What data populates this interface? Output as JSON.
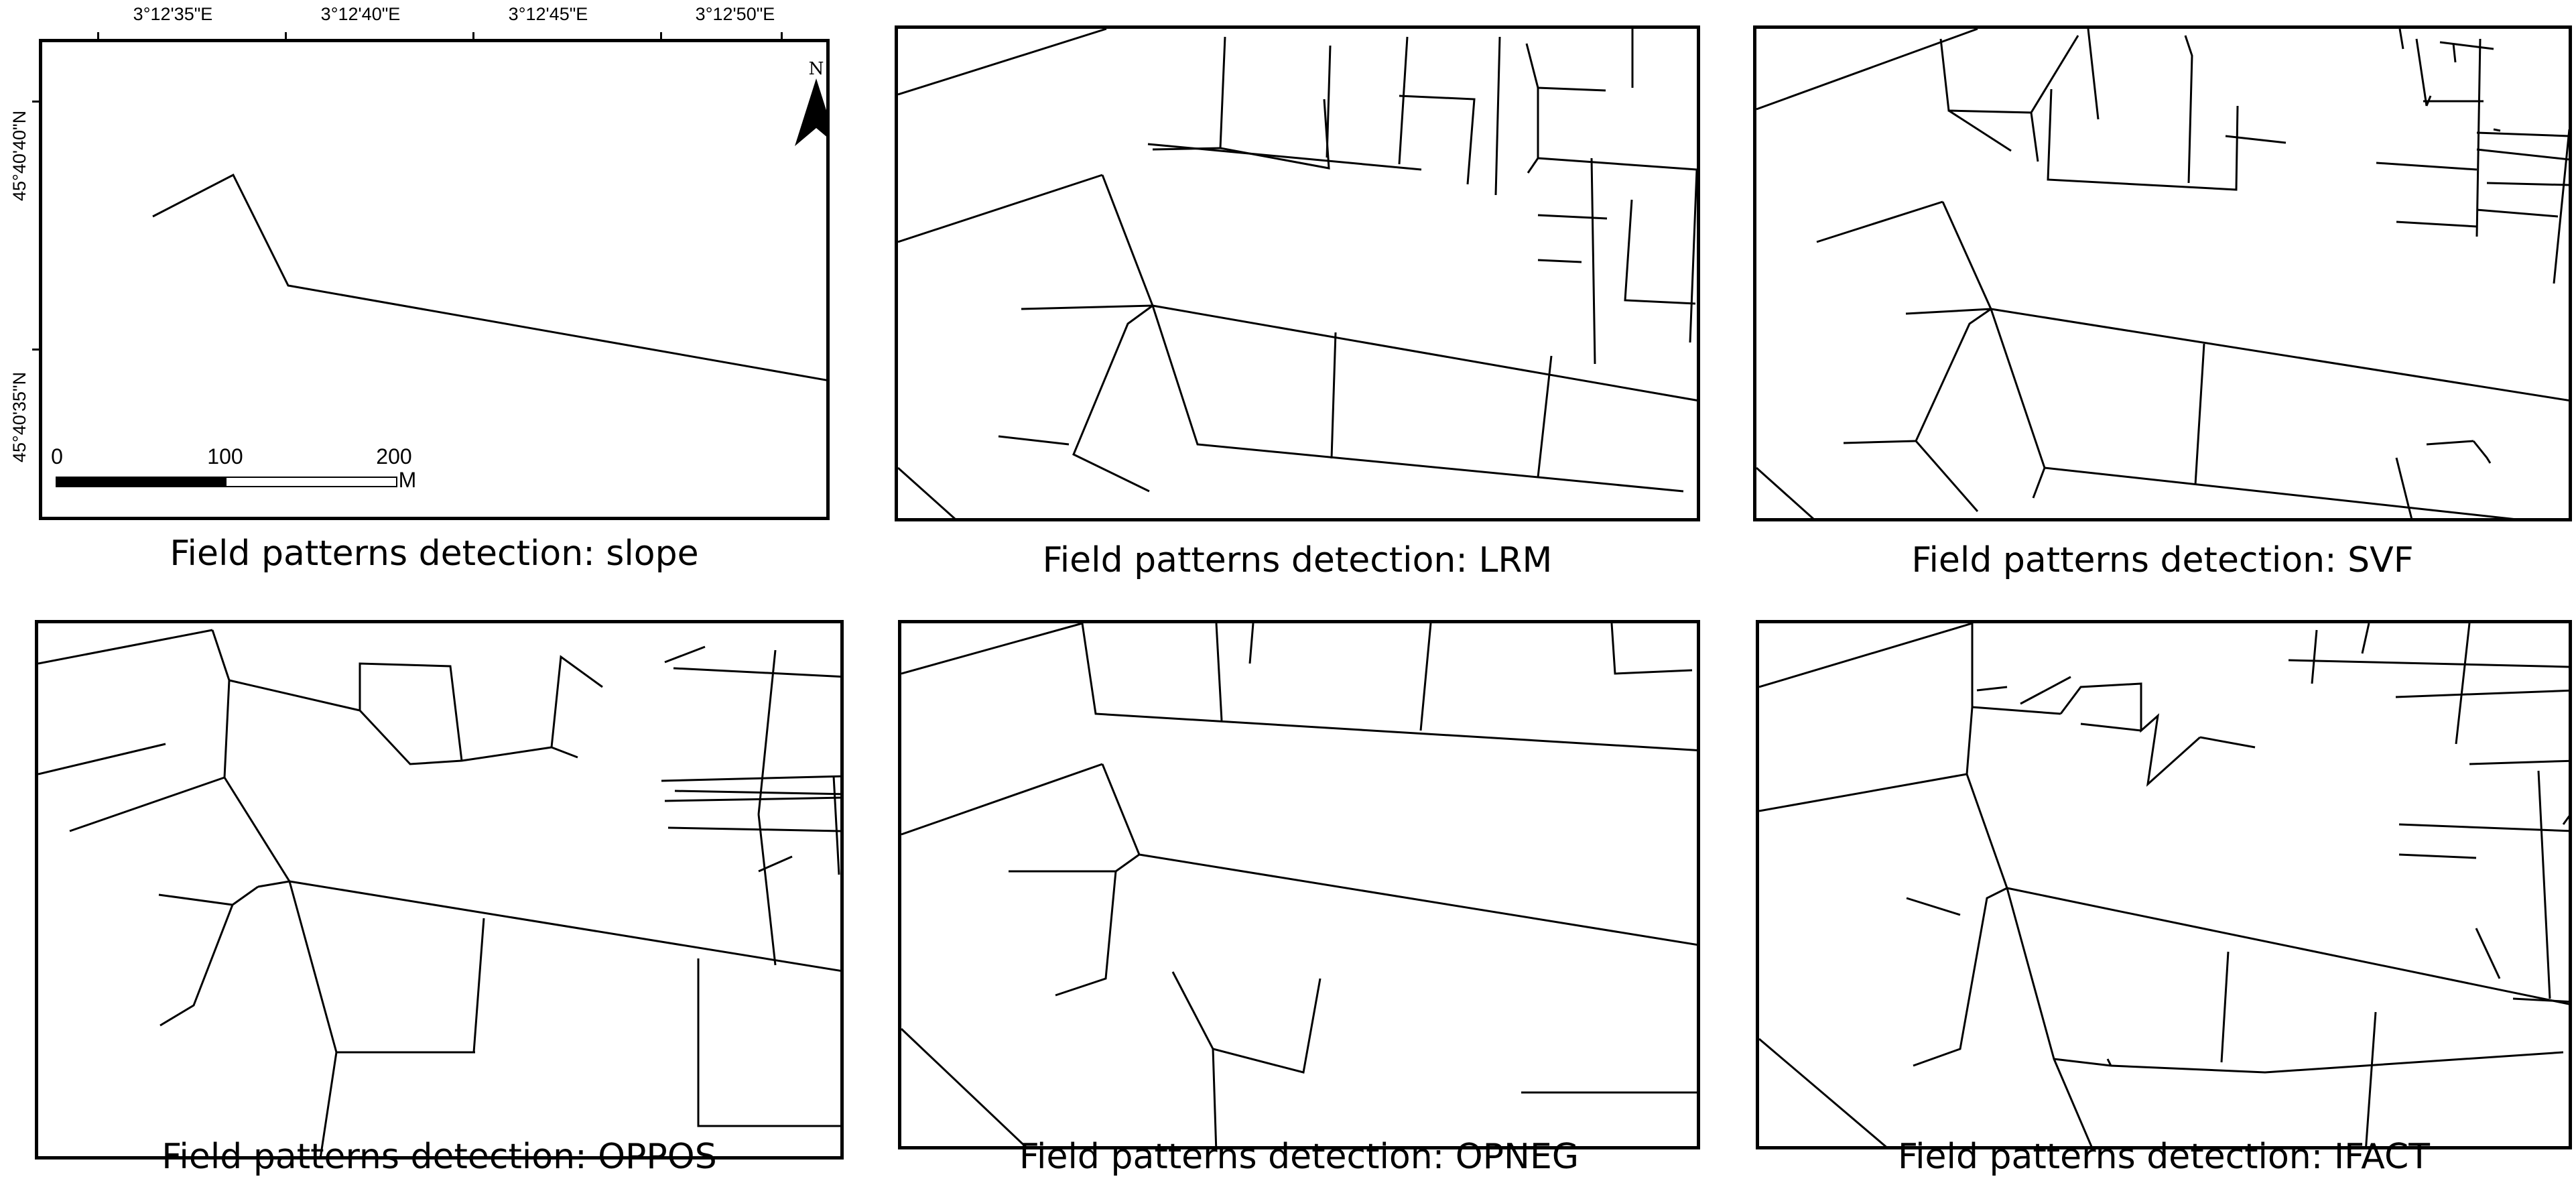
{
  "coordinates": {
    "top": [
      "3°12'35\"E",
      "3°12'40\"E",
      "3°12'45\"E",
      "3°12'50\"E"
    ],
    "left": [
      "45°40'40\"N",
      "45°40'35\"N"
    ]
  },
  "north_arrow": {
    "label": "N"
  },
  "scale_bar": {
    "labels": [
      "0",
      "100",
      "200"
    ],
    "unit": "M"
  },
  "panels": [
    {
      "id": "slope",
      "caption": "Field patterns detection: slope"
    },
    {
      "id": "lrm",
      "caption": "Field patterns detection: LRM"
    },
    {
      "id": "svf",
      "caption": "Field patterns detection: SVF"
    },
    {
      "id": "oppos",
      "caption": "Field patterns detection: OPPOS"
    },
    {
      "id": "opneg",
      "caption": "Field patterns detection: OPNEG"
    },
    {
      "id": "ifact",
      "caption": "Field patterns detection: IFACT"
    }
  ],
  "colors": {
    "line": "#000000",
    "background": "#ffffff"
  }
}
